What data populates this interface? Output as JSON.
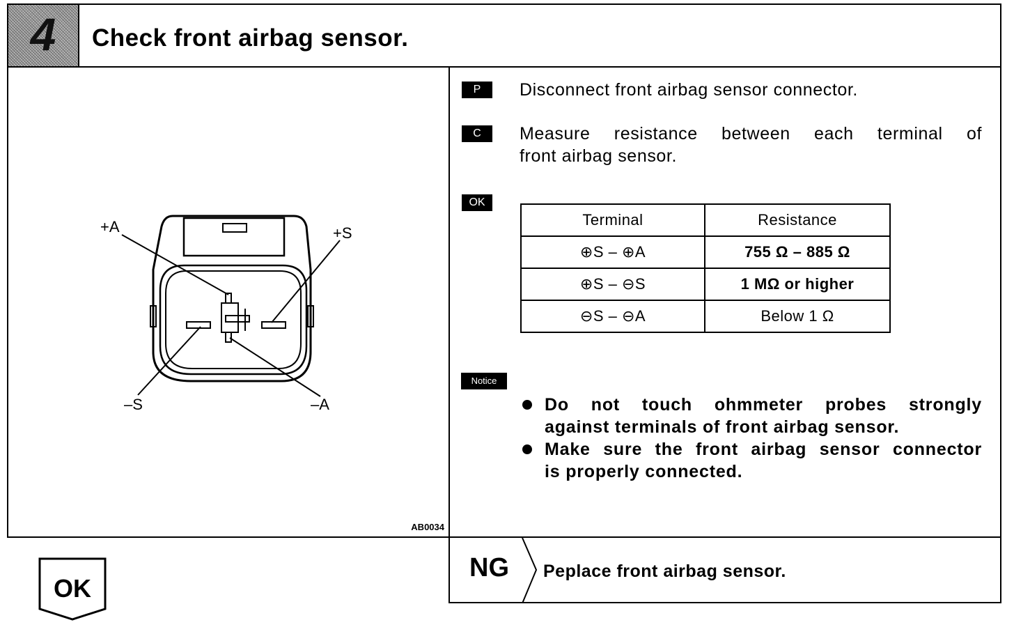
{
  "header": {
    "step_number": "4",
    "title": "Check front airbag sensor."
  },
  "figure": {
    "code": "AB0034",
    "labels": {
      "plus_a": "+A",
      "plus_s": "+S",
      "minus_s": "–S",
      "minus_a": "–A"
    }
  },
  "steps": [
    {
      "tag": "P",
      "text": "Disconnect front airbag sensor connector."
    },
    {
      "tag": "C",
      "text_line1": "Measure resistance between each terminal of",
      "text_line2": "front airbag sensor."
    }
  ],
  "ok_tag": "OK",
  "table": {
    "headers": [
      "Terminal",
      "Resistance"
    ],
    "rows": [
      {
        "terminal": "⊕S – ⊕A",
        "resistance": "755 Ω – 885 Ω"
      },
      {
        "terminal": "⊕S – ⊖S",
        "resistance": "1 MΩ or higher"
      },
      {
        "terminal": "⊖S – ⊖A",
        "resistance": "Below 1 Ω"
      }
    ]
  },
  "notice": {
    "tag": "Notice",
    "items": [
      {
        "line1": "Do not touch ohmmeter probes strongly",
        "line2": "against terminals of front airbag sensor."
      },
      {
        "line1": "Make sure the front airbag sensor connector",
        "line2": "is properly connected."
      }
    ]
  },
  "ng": {
    "label": "NG",
    "text": "Peplace front airbag sensor."
  },
  "ok_badge": {
    "label": "OK"
  }
}
